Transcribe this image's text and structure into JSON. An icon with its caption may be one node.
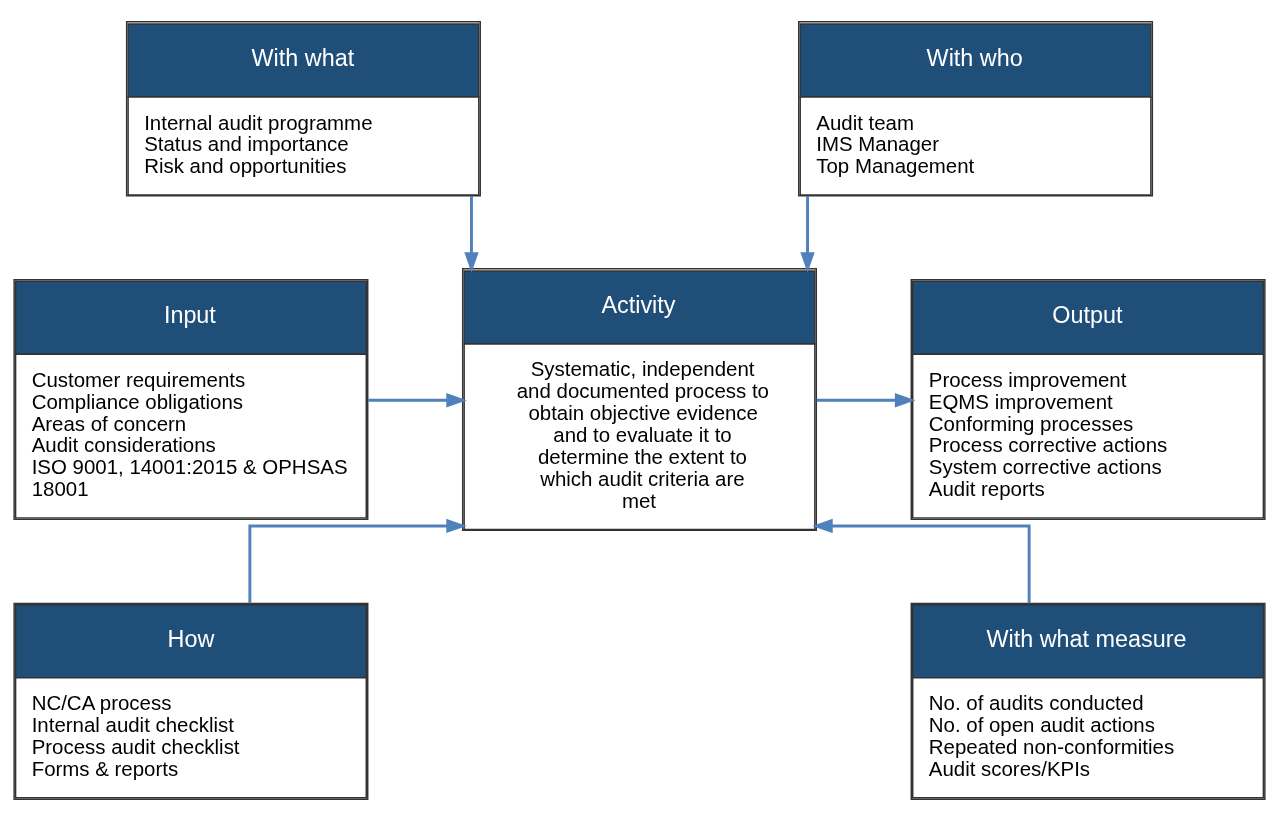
{
  "diagram": {
    "nodes": [
      {
        "text": [
          "With what",
          "Internal audit programme",
          "Status and importance",
          "Risk and opportunities"
        ]
      },
      {
        "text": [
          "With who",
          "Audit team",
          "IMS Manager",
          "Top Management"
        ]
      },
      {
        "text": [
          "Input",
          "Customer requirements",
          "Compliance obligations",
          "Areas of concern",
          "Audit considerations",
          "ISO 9001, 14001:2015 & OPHSAS 18001"
        ]
      },
      {
        "text": [
          "Activity",
          "Systematic, independent and documented process to obtain objective evidence and to evaluate it to determine the extent to which audit criteria are met"
        ]
      },
      {
        "text": [
          "Output",
          "Process improvement",
          "EQMS improvement",
          "Conforming processes",
          "Process corrective actions",
          "System corrective actions",
          "Audit reports"
        ]
      },
      {
        "text": [
          "How",
          "NC/CA process",
          "Internal audit checklist",
          "Process audit checklist",
          "Forms & reports"
        ]
      },
      {
        "text": [
          "With what measure",
          "No. of audits conducted",
          "No. of open audit actions",
          "Repeated non-conformities",
          "Audit scores/KPIs"
        ]
      }
    ],
    "edges": [
      {
        "from": 0,
        "to": 3,
        "arrow": "to"
      },
      {
        "from": 1,
        "to": 3,
        "arrow": "to"
      },
      {
        "from": 2,
        "to": 3,
        "arrow": "to"
      },
      {
        "from": 3,
        "to": 4,
        "arrow": "to"
      },
      {
        "from": 5,
        "to": 3,
        "arrow": "to"
      },
      {
        "from": 6,
        "to": 3,
        "arrow": "to"
      }
    ]
  }
}
